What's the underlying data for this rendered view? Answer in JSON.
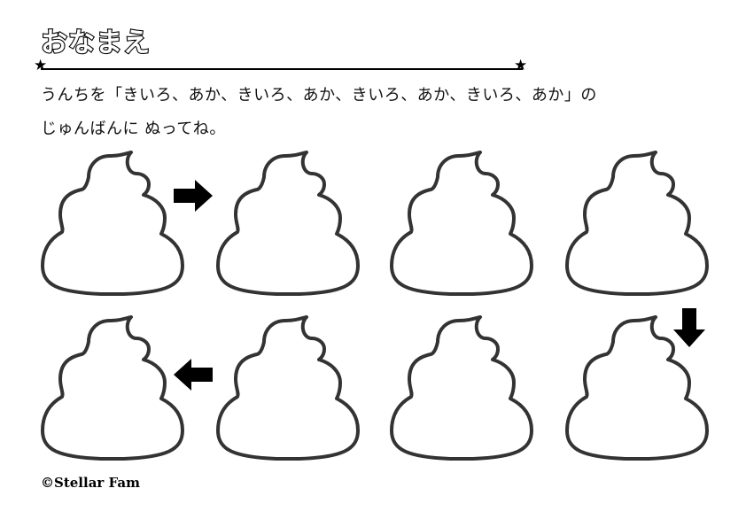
{
  "header": {
    "name_label": "おなまえ",
    "star_glyph": "★"
  },
  "instructions": {
    "line1": "うんちを「きいろ、あか、きいろ、あか、きいろ、あか、きいろ、あか」の",
    "line2": "じゅんばんに ぬってね。"
  },
  "worksheet": {
    "poop_outline_count": 8,
    "arrows": [
      {
        "icon": "arrow-right-icon",
        "direction": "right"
      },
      {
        "icon": "arrow-down-icon",
        "direction": "down"
      },
      {
        "icon": "arrow-left-icon",
        "direction": "left"
      }
    ],
    "outline_color": "#333333",
    "arrow_color": "#000000"
  },
  "footer": {
    "copyright": "©Stellar Fam"
  }
}
